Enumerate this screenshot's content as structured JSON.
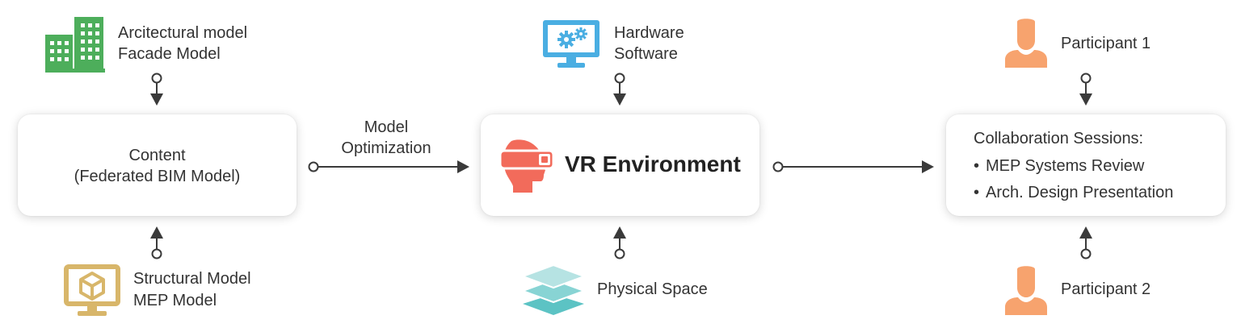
{
  "sources": {
    "arch": {
      "line1": "Arcitectural model",
      "line2": "Facade Model",
      "icon": "building-icon",
      "color": "#4dae5b"
    },
    "struct": {
      "line1": "Structural Model",
      "line2": "MEP Model",
      "icon": "monitor-cube-icon",
      "color": "#d8b66a"
    },
    "hw": {
      "line1": "Hardware",
      "line2": "Software",
      "icon": "monitor-gears-icon",
      "color": "#4aaee2"
    },
    "space": {
      "line1": "Physical Space",
      "icon": "layers-icon",
      "color": "#5cc3c4"
    },
    "p1": {
      "line1": "Participant 1",
      "icon": "person-icon",
      "color": "#f7a36e"
    },
    "p2": {
      "line1": "Participant 2",
      "icon": "person-icon",
      "color": "#f7a36e"
    }
  },
  "content_box": {
    "line1": "Content",
    "line2": "(Federated BIM Model)"
  },
  "arrow_label": {
    "line1": "Model",
    "line2": "Optimization"
  },
  "vr_box": {
    "title": "VR Environment",
    "icon": "vr-headset-icon",
    "color": "#f26b5b"
  },
  "collab_box": {
    "title": "Collaboration Sessions:",
    "items": [
      "MEP Systems Review",
      "Arch. Design Presentation"
    ]
  },
  "colors": {
    "connector": "#3a3a3a",
    "text": "#333333"
  }
}
